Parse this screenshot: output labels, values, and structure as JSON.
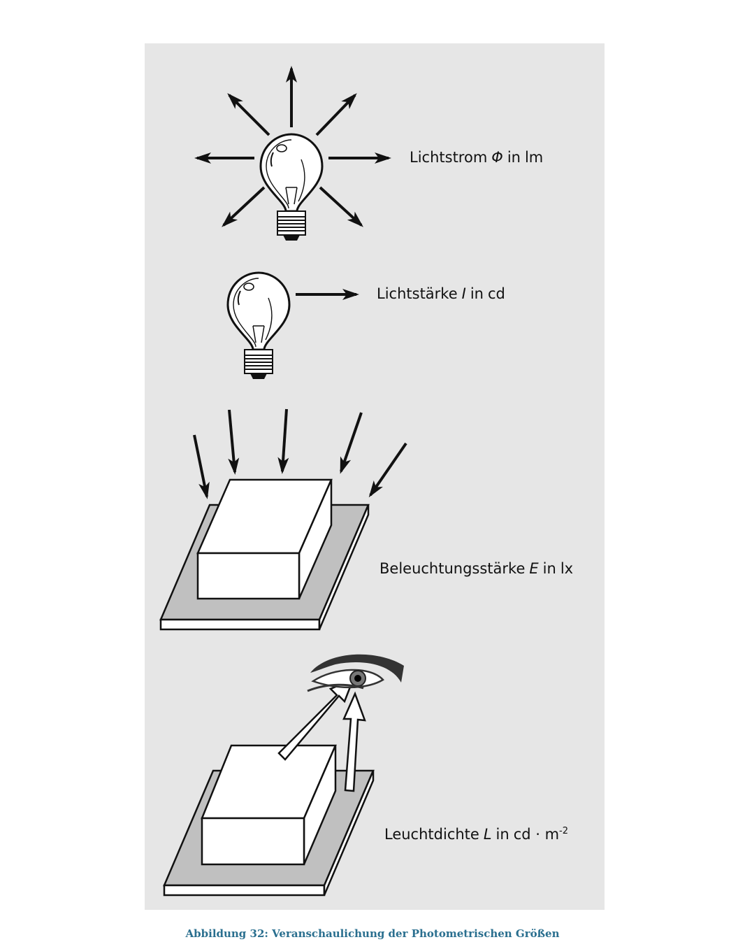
{
  "labels": {
    "luminous_flux": {
      "name": "Lichtstrom",
      "symbol": "Φ",
      "in": "in",
      "unit": "lm"
    },
    "luminous_intensity": {
      "name": "Lichtstärke",
      "symbol": "I",
      "in": "in",
      "unit": "cd"
    },
    "illuminance": {
      "name": "Beleuchtungsstärke",
      "symbol": "E",
      "in": "in",
      "unit": "lx"
    },
    "luminance": {
      "name": "Leuchtdichte",
      "symbol": "L",
      "in": "in",
      "unit": "cd · m",
      "unit_exp": "-2"
    }
  },
  "caption": "Abbildung 32: Veranschaulichung der Photometrischen Größen",
  "colors": {
    "panel": "#e6e6e6",
    "plate": "#c0c0c0",
    "caption": "#2a6f8f"
  }
}
